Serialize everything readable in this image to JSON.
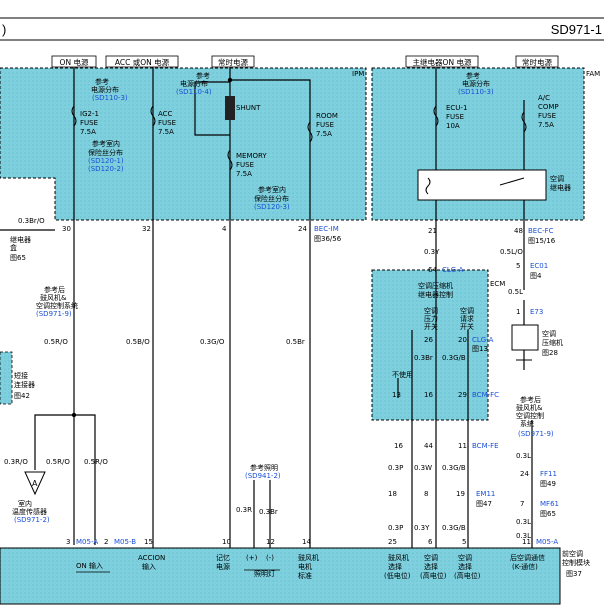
{
  "header": {
    "left": ")",
    "code": "SD971-1"
  },
  "power_labels": {
    "on": "ON 电源",
    "acc_on": "ACC 或ON 电源",
    "constant_left": "常时电源",
    "main_relay_on": "主继电器ON 电源",
    "constant_right": "常时电源"
  },
  "modules": {
    "ipm": "IPM",
    "fam": "FAM",
    "ecm": "ECM"
  },
  "fuses": {
    "ig2": [
      "IG2-1",
      "FUSE",
      "7.5A"
    ],
    "acc": [
      "ACC",
      "FUSE",
      "7.5A"
    ],
    "memory": [
      "MEMORY",
      "FUSE",
      "7.5A"
    ],
    "room": [
      "ROOM",
      "FUSE",
      "7.5A"
    ],
    "ecu": [
      "ECU-1",
      "FUSE",
      "10A"
    ],
    "ac": [
      "A/C",
      "COMP",
      "FUSE",
      "7.5A"
    ]
  },
  "shunt": "SHUNT",
  "refs": {
    "power_dist_1": {
      "label": [
        "参考",
        "电源分布"
      ],
      "code": "(SD110-3)"
    },
    "power_dist_2": {
      "label": [
        "参考",
        "电源分布"
      ],
      "code": "(SD110-4)"
    },
    "power_dist_3": {
      "label": [
        "参考",
        "电源分布"
      ],
      "code": "(SD110-3)"
    },
    "indoor_fuse": {
      "label": [
        "参考室内",
        "保险丝分布"
      ],
      "codes": [
        "(SD120-1)",
        "(SD120-2)"
      ]
    },
    "indoor_fuse_2": {
      "label": [
        "参考室内",
        "保险丝分布"
      ],
      "code": "(SD120-3)"
    },
    "rear_blower": {
      "label": [
        "参考后",
        "鼓风机&",
        "空调控制系统"
      ],
      "code": "(SD971-9)"
    },
    "rear_blower_2": {
      "label": [
        "参考后",
        "鼓风机&",
        "空调控制",
        "系统"
      ],
      "code": "(SD971-9)"
    },
    "illum": {
      "label": "参考照明",
      "code": "(SD941-2)"
    }
  },
  "pins": {
    "p30": "30",
    "p32": "32",
    "p4": "4",
    "p24": "24",
    "p21": "21",
    "p48": "48",
    "p64": "64",
    "p5": "5",
    "p1": "1",
    "p26": "26",
    "p20": "20",
    "p13": "13",
    "p16": "16",
    "p29": "29",
    "p16b": "16",
    "p44": "44",
    "p11": "11",
    "p18": "18",
    "p8": "8",
    "p19": "19",
    "p24b": "24",
    "p7": "7",
    "p3": "3",
    "p2": "2",
    "p15": "15",
    "p10": "10",
    "p12": "12",
    "p14": "14",
    "p25": "25",
    "p6": "6",
    "p5b": "5",
    "p11b": "11"
  },
  "wires": {
    "w03r_o_top": "0.3Br/O",
    "w05r_o": "0.5R/O",
    "w05b_o": "0.5B/O",
    "w03g_o": "0.3G/O",
    "w05br": "0.5Br",
    "w03y": "0.3Y",
    "w05l_o": "0.5L/O",
    "w05l": "0.5L",
    "w03br": "0.3Br",
    "w03g_b": "0.3G/B",
    "w03r_o_a": "0.3R/O",
    "w05r_o_a": "0.5R/O",
    "w05r_o_b": "0.5R/O",
    "w03r": "0.3R",
    "w03br_b": "0.3Br",
    "w03p": "0.3P",
    "w03w": "0.3W",
    "w03g_b_2": "0.3G/B",
    "w03l": "0.3L",
    "w03l_2": "0.3L",
    "w03p_2": "0.3P",
    "w03y_2": "0.3Y",
    "w03g_b_3": "0.3G/B",
    "w03l_3": "0.3L"
  },
  "connectors": {
    "bec_im": "BEC-IM",
    "bec_im_fig": "图36/56",
    "bec_fc": "BEC-FC",
    "bec_fc_fig": "图15/16",
    "ec01": "EC01",
    "e73": "E73",
    "clg_a": "CLG-A",
    "clg_a_2": "CLG-A",
    "clg_a_fig": "图13",
    "bcm_fc": "BCM-FC",
    "bcm_fe": "BCM-FE",
    "ff11": "FF11",
    "ff11_fig": "图49",
    "mf61": "MF61",
    "mf61_fig": "图65",
    "em11": "EM11",
    "em11_fig": "图47",
    "m05_a": "M05-A",
    "m05_b": "M05-B",
    "m05_a_2": "M05-A",
    "fig65": "图65",
    "fig42": "图42",
    "fig28": "图28",
    "fig4": "图4",
    "fig37": "图37"
  },
  "components": {
    "ac_relay": [
      "空调",
      "继电器"
    ],
    "compressor": [
      "空调",
      "压缩机"
    ],
    "sensor": [
      "室内",
      "温度传感器"
    ],
    "sensor_ref": "(SD971-2)",
    "ecm_ctrl": [
      "空调压缩机",
      "继电器控制"
    ],
    "ecm_cols": [
      [
        "空调",
        "压力",
        "开关"
      ],
      [
        "空调",
        "请求",
        "开关"
      ]
    ],
    "not_used": "不使用",
    "relay_box": [
      "继电器",
      "盒"
    ],
    "jumper": [
      "短接",
      "连接器"
    ]
  },
  "bottom": {
    "on_input": "ON 输入",
    "accion": [
      "ACCION",
      "输入"
    ],
    "memory_power": [
      "记忆",
      "电源"
    ],
    "plus": "(+)",
    "minus": "(-)",
    "illum_lamp": "照明灯",
    "blower_std": [
      "鼓风机",
      "电机",
      "标准"
    ],
    "blower_sel": [
      "鼓风机",
      "选择",
      "(低电位)"
    ],
    "ac_sel": [
      "空调",
      "选择",
      "(高电位)"
    ],
    "ac_sel2": [
      "空调",
      "选择",
      "(高电位)"
    ],
    "rear_comm": [
      "后空调通信",
      "(K-通信)"
    ],
    "front_ctrl": [
      "前空调",
      "控制模块"
    ]
  }
}
